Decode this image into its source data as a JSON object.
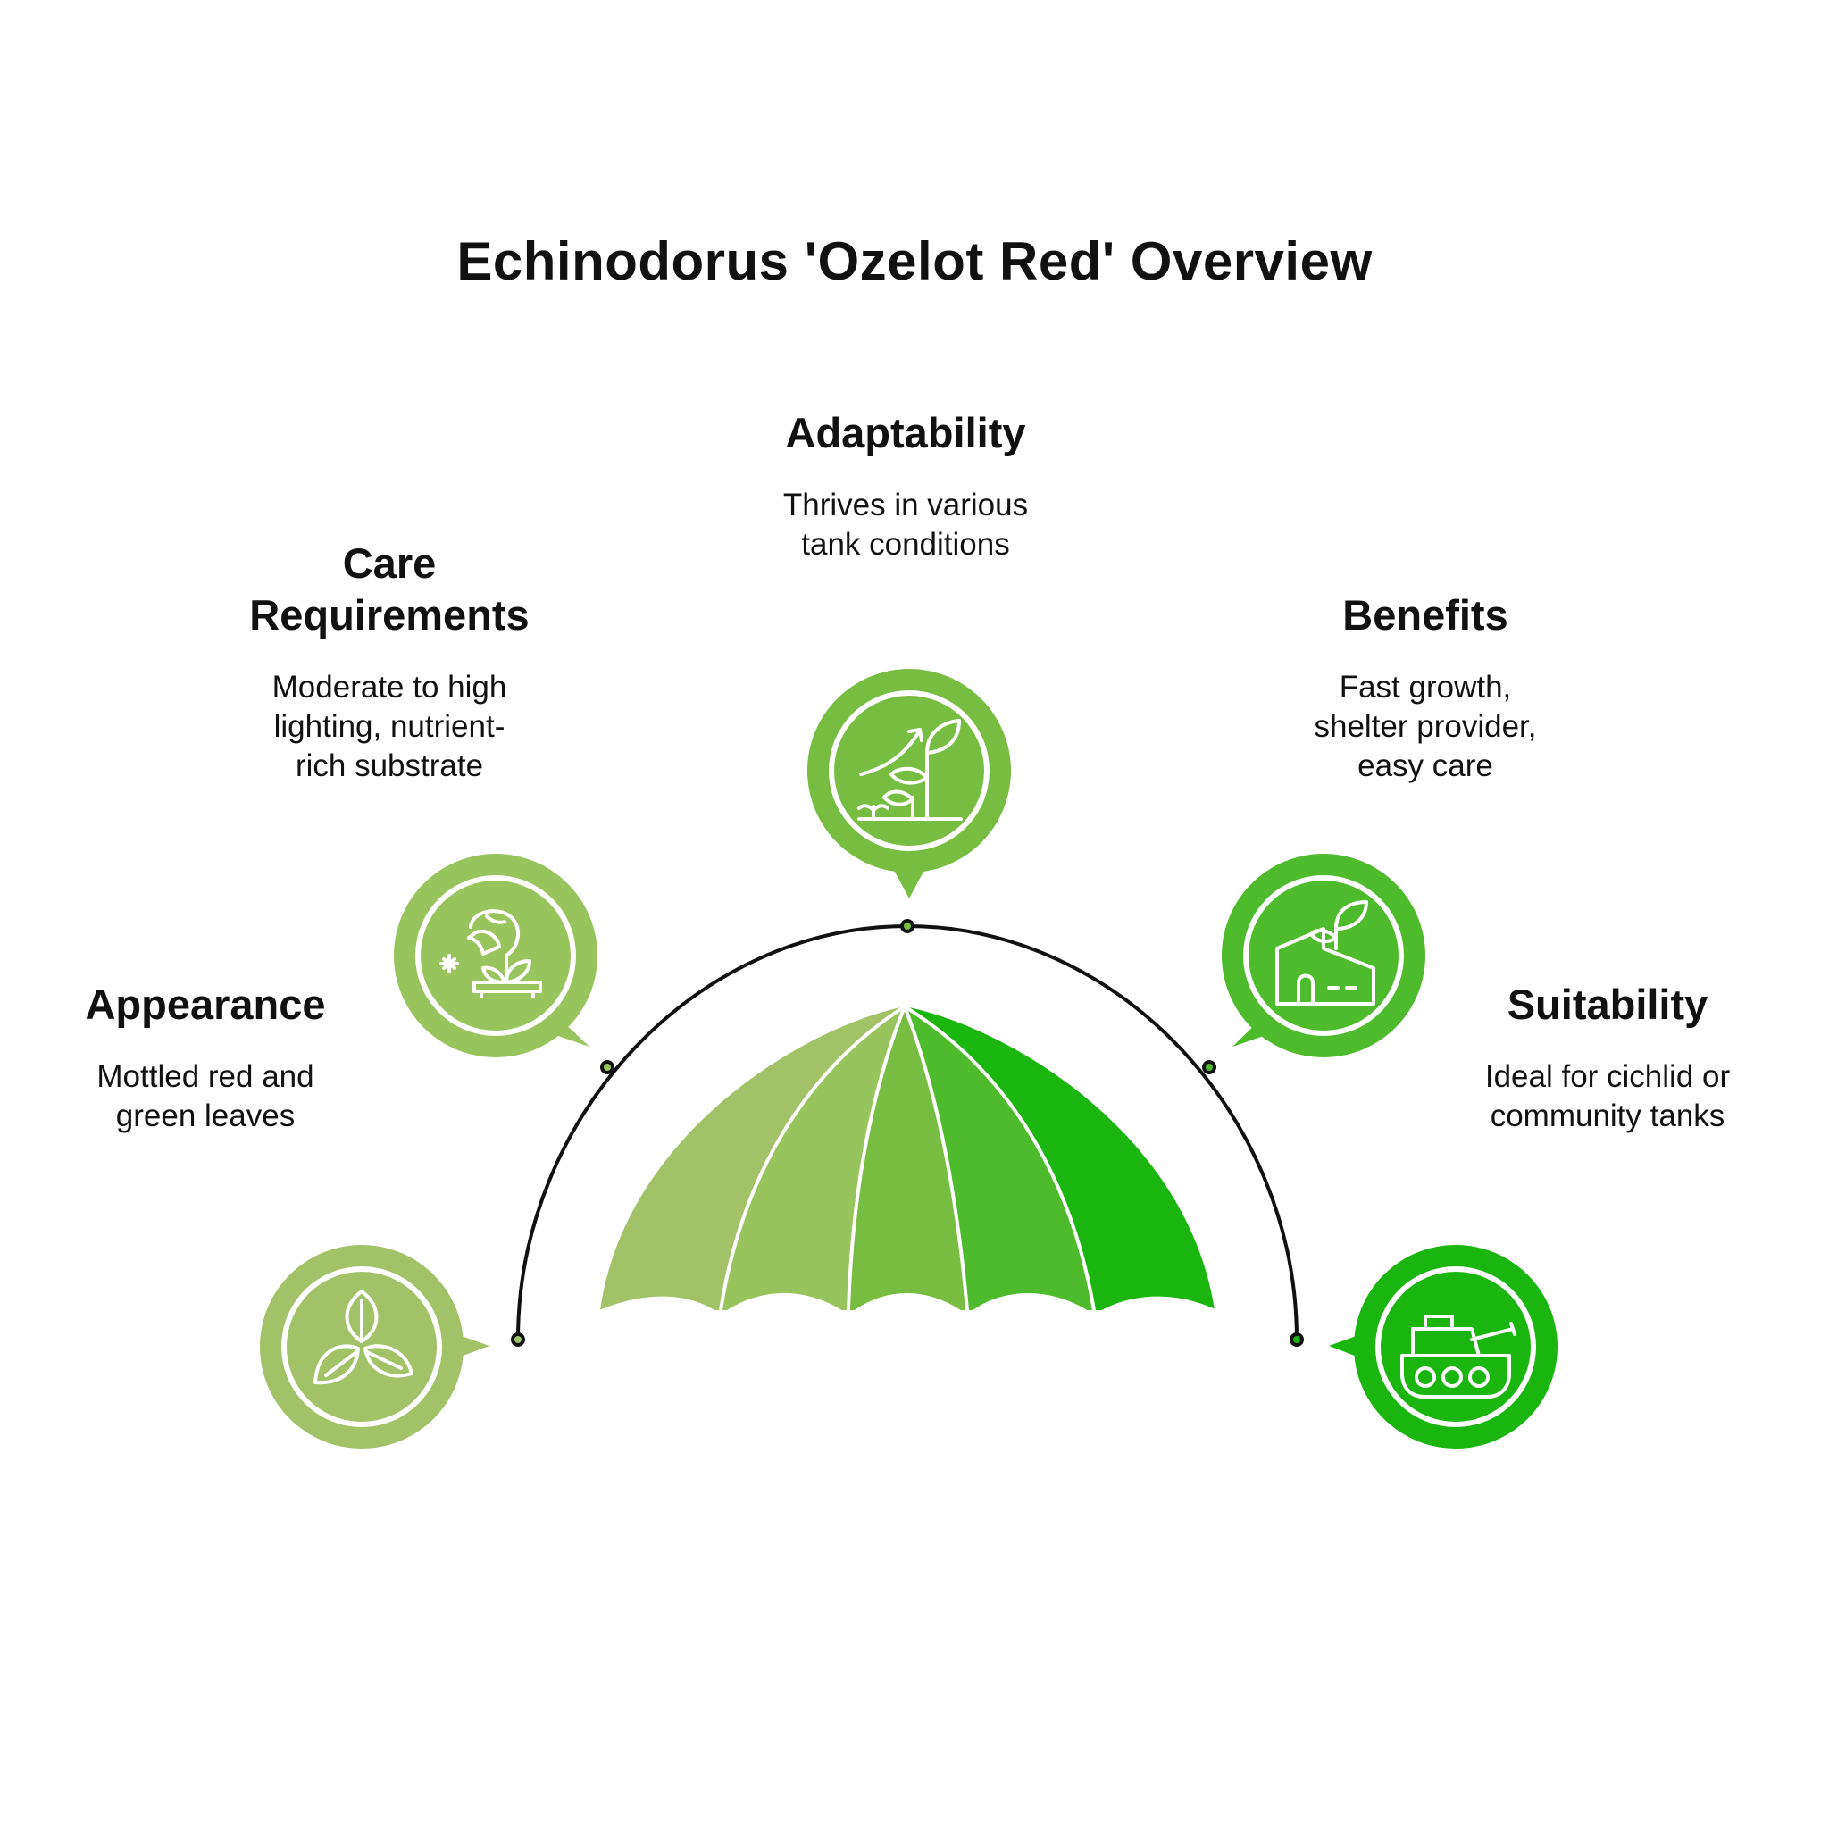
{
  "title": "Echinodorus 'Ozelot Red' Overview",
  "colors": {
    "c1": "#a2c268",
    "c2": "#98c45d",
    "c3": "#77bd42",
    "c4": "#4dbb2b",
    "c5": "#1bb50f",
    "arc": "#111111",
    "icon_line": "#ffffff"
  },
  "items": [
    {
      "key": "appearance",
      "heading": "Appearance",
      "description": [
        "Mottled red and",
        "green leaves"
      ],
      "icon": "three-leaf-icon"
    },
    {
      "key": "care",
      "heading": [
        "Care",
        "Requirements"
      ],
      "description": [
        "Moderate to high",
        "lighting, nutrient-",
        "rich substrate"
      ],
      "icon": "plant-lamp-icon"
    },
    {
      "key": "adaptability",
      "heading": "Adaptability",
      "description": [
        "Thrives in various",
        "tank conditions"
      ],
      "icon": "growth-chart-icon"
    },
    {
      "key": "benefits",
      "heading": "Benefits",
      "description": [
        "Fast growth,",
        "shelter provider,",
        "easy care"
      ],
      "icon": "plant-house-icon"
    },
    {
      "key": "suitability",
      "heading": "Suitability",
      "description": [
        "Ideal for cichlid or",
        "community tanks"
      ],
      "icon": "tank-icon"
    }
  ]
}
